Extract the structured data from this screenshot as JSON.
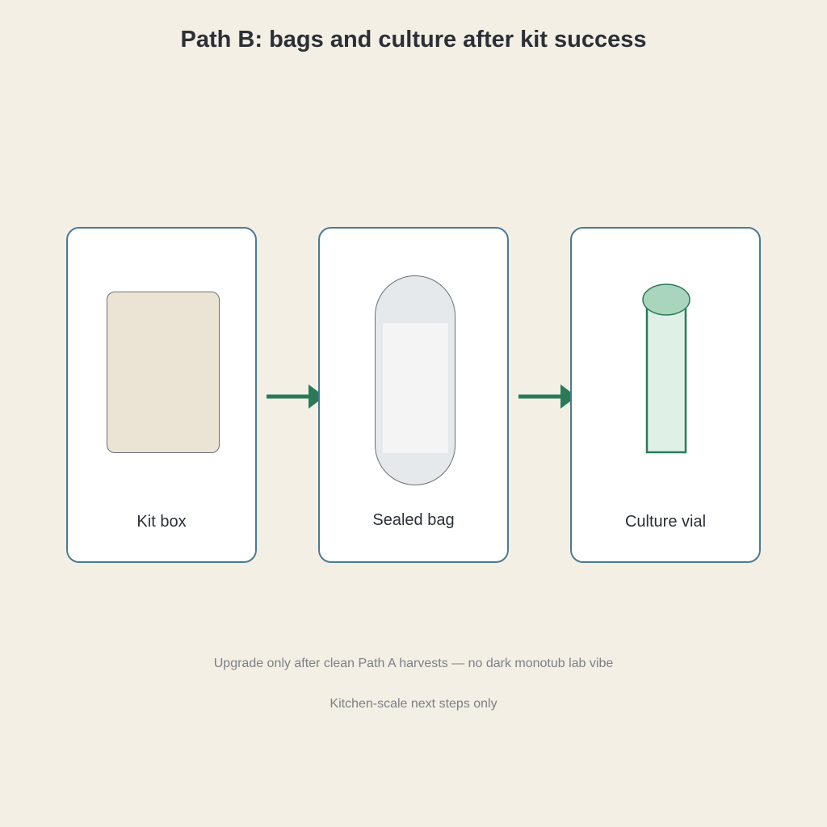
{
  "title": "Path B: bags and culture after kit success",
  "steps": [
    {
      "label": "Kit box",
      "icon": "kit-box-icon"
    },
    {
      "label": "Sealed bag",
      "icon": "sealed-bag-icon"
    },
    {
      "label": "Culture vial",
      "icon": "culture-vial-icon"
    }
  ],
  "notes": [
    "Upgrade only after clean Path A harvests — no dark monotub lab vibe",
    "Kitchen-scale next steps only"
  ],
  "colors": {
    "background": "#f4efe5",
    "card_border": "#4a7a93",
    "arrow": "#2a7a5a",
    "kit_box_fill": "#ebe4d5",
    "bag_fill": "#e5e9ec",
    "vial_fill": "#dff0e6",
    "vial_cap": "#a8d5bb"
  }
}
